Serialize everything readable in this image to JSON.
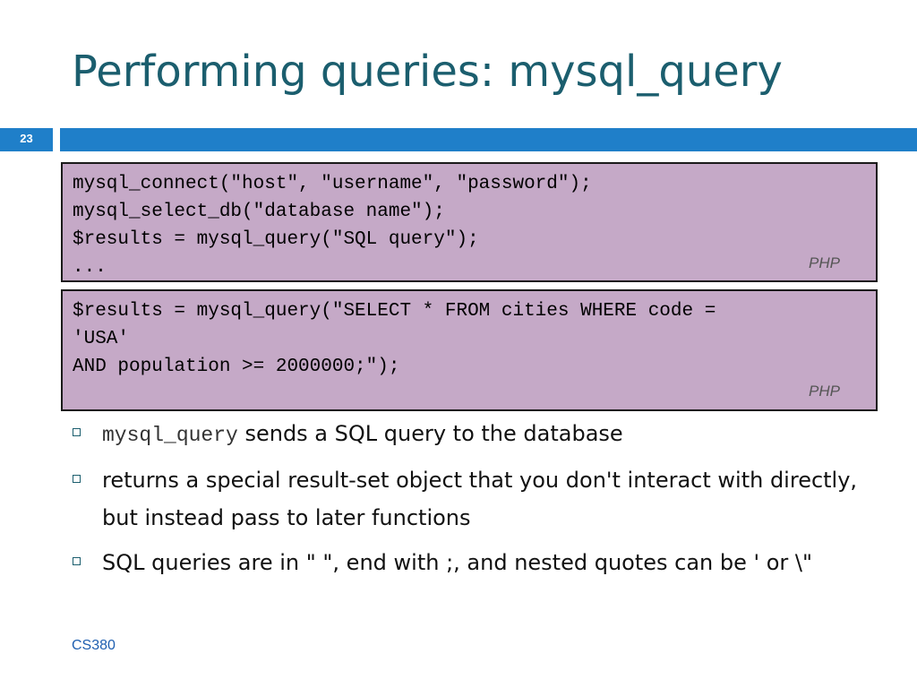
{
  "slide": {
    "title": "Performing queries: mysql_query",
    "number": "23",
    "footer": "CS380"
  },
  "code_blocks": [
    {
      "code": "mysql_connect(\"host\", \"username\", \"password\");\nmysql_select_db(\"database name\");\n$results = mysql_query(\"SQL query\");\n...",
      "language": "PHP"
    },
    {
      "code": "$results = mysql_query(\"SELECT * FROM cities WHERE code =\n'USA'\nAND population >= 2000000;\");",
      "language": "PHP"
    }
  ],
  "bullets": [
    {
      "code": "mysql_query",
      "text": " sends a SQL query to the database"
    },
    {
      "text": "returns a special result-set object that you don't interact with directly, but instead pass to later functions"
    },
    {
      "text": "SQL queries are in \" \", end with ;, and nested quotes can be ' or \\\""
    }
  ],
  "colors": {
    "title": "#1b5e6e",
    "header_bar": "#1f7fc9",
    "code_background": "#c5a9c7",
    "footer": "#1f5fb0"
  }
}
